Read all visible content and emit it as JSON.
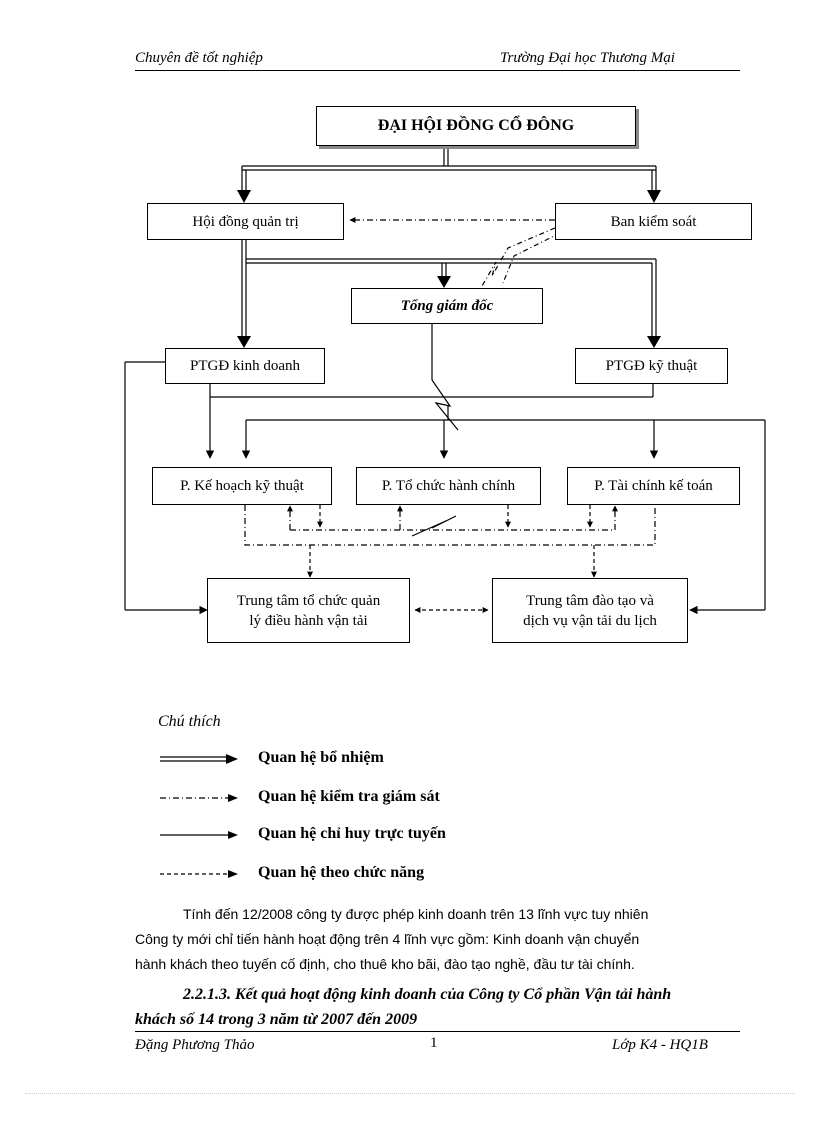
{
  "header": {
    "left": "Chuyên đề tốt nghiệp",
    "right": "Trường Đại học Thương Mại"
  },
  "org_chart": {
    "general_meeting": "ĐẠI HỘI ĐỒNG CỔ ĐÔNG",
    "board": "Hội đồng quản trị",
    "supervisory_board": "Ban kiểm soát",
    "general_director": "Tổng giám đốc",
    "deputy_business": "PTGĐ kinh doanh",
    "deputy_technical": "PTGĐ kỹ thuật",
    "dept_planning": "P. Kế hoạch kỹ thuật",
    "dept_admin": "P. Tổ chức hành chính",
    "dept_finance": "P. Tài chính kế toán",
    "center_operations": [
      "Trung tâm tổ chức quản",
      "lý điều hành vận tải"
    ],
    "center_training": [
      "Trung tâm đào tạo và",
      "dịch vụ vận tải du lịch"
    ]
  },
  "legend": {
    "title": "Chú thích",
    "items": [
      {
        "icon": "double-arrow",
        "label": "Quan hệ bổ nhiệm"
      },
      {
        "icon": "dash-dot-arrow",
        "label": "Quan hệ kiểm tra giám sát"
      },
      {
        "icon": "solid-arrow",
        "label": "Quan hệ chỉ huy trực tuyến"
      },
      {
        "icon": "dashed-arrow",
        "label": "Quan hệ theo chức năng"
      }
    ]
  },
  "paragraph": {
    "lines": [
      "Tính đến 12/2008 công ty được phép kinh doanh trên 13 lĩnh vực tuy nhiên",
      "Công ty mới chỉ tiến hành hoạt động trên 4 lĩnh vực gồm: Kinh doanh vận chuyển",
      "hành khách theo tuyến cố định, cho thuê kho bãi, đào tạo nghề, đầu tư tài chính."
    ]
  },
  "section_heading": {
    "line1": "2.2.1.3. Kết quả hoạt động kinh doanh của Công ty Cổ phần Vận tải hành",
    "line2": "khách số 14 trong 3 năm từ 2007 đến 2009"
  },
  "footer": {
    "left": "Đặng Phương Thảo",
    "page": "1",
    "right": "Lớp K4 - HQ1B"
  }
}
